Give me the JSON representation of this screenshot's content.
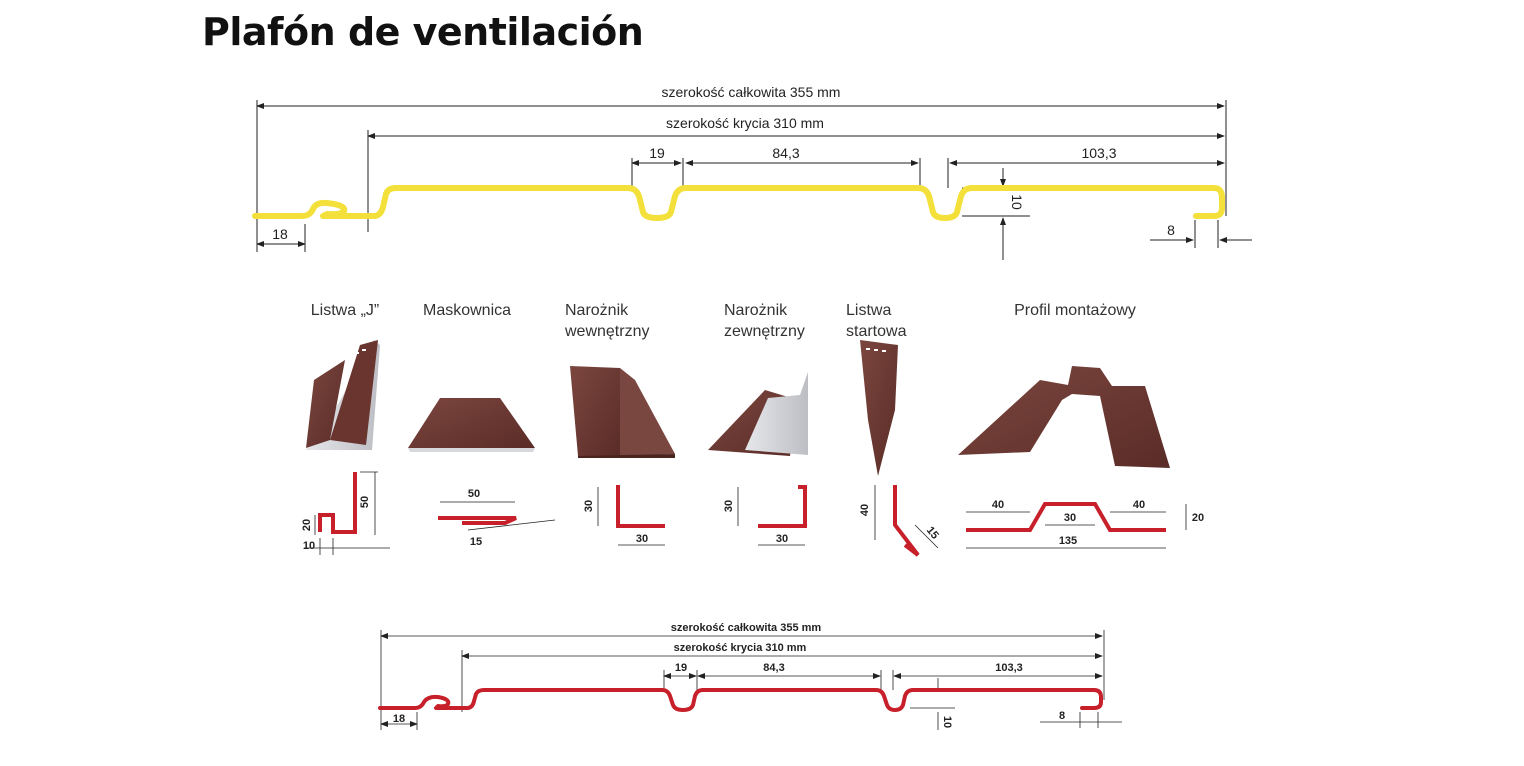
{
  "title": "Plafón de ventilación",
  "colors": {
    "yellow_profile": "#f3e03a",
    "red_profile": "#c8202a",
    "brown_metal": "#6e3a34"
  },
  "top_profile": {
    "total_width": "szerokość całkowita 355 mm",
    "cover_width": "szerokość krycia 310 mm",
    "d_19": "19",
    "d_84": "84,3",
    "d_103": "103,3",
    "d_10": "10",
    "d_18": "18",
    "d_8": "8"
  },
  "accessories": [
    {
      "label1": "Listwa „J”",
      "label2": "",
      "dims": [
        "50",
        "20",
        "10"
      ]
    },
    {
      "label1": "Maskownica",
      "label2": "",
      "dims": [
        "50",
        "15"
      ]
    },
    {
      "label1": "Narożnik",
      "label2": "wewnętrzny",
      "dims": [
        "30",
        "30"
      ]
    },
    {
      "label1": "Narożnik",
      "label2": "zewnętrzny",
      "dims": [
        "30",
        "30"
      ]
    },
    {
      "label1": "Listwa",
      "label2": "startowa",
      "dims": [
        "40",
        "15"
      ]
    },
    {
      "label1": "Profil montażowy",
      "label2": "",
      "dims": [
        "40",
        "30",
        "40",
        "20",
        "135"
      ]
    }
  ],
  "bottom_profile": {
    "total_width": "szerokość całkowita 355 mm",
    "cover_width": "szerokość krycia 310 mm",
    "d_19": "19",
    "d_84": "84,3",
    "d_103": "103,3",
    "d_10": "10",
    "d_18": "18",
    "d_8": "8"
  }
}
